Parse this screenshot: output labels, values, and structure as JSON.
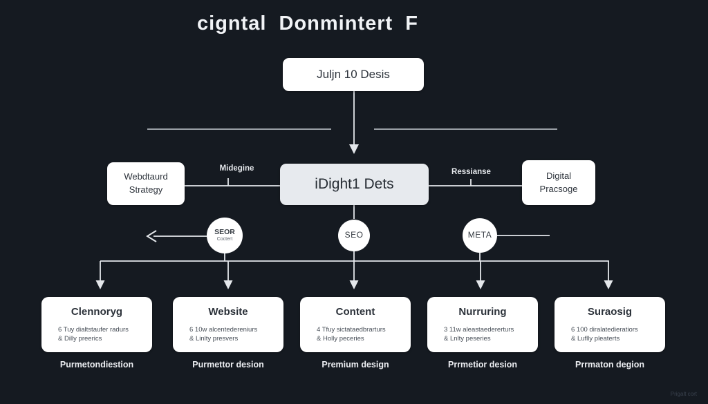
{
  "title": "cigntal Donmintert F",
  "nodes": {
    "top": {
      "label": "Juljn 10 Desis"
    },
    "left": {
      "line1": "Webdtaurd",
      "line2": "Strategy"
    },
    "center": {
      "label": "iDight1 Dets"
    },
    "right": {
      "line1": "Digital",
      "line2": "Pracsoge"
    }
  },
  "connector_labels": {
    "left": "Midegine",
    "right": "Ressianse"
  },
  "circles": [
    {
      "label": "SEOR",
      "sublabel": "Coctert"
    },
    {
      "label": "SEO",
      "sublabel": ""
    },
    {
      "label": "META",
      "sublabel": ""
    }
  ],
  "bottom_boxes": [
    {
      "title": "Clennoryg",
      "detail_line1": "6 Tuy dialtstaufer radurs",
      "detail_line2": "& Dilly preerics",
      "caption": "Purmetondiestion"
    },
    {
      "title": "Website",
      "detail_line1": "6 10w alcentedereniurs",
      "detail_line2": "& Linlty presvers",
      "caption": "Purmettor desion"
    },
    {
      "title": "Content",
      "detail_line1": "4 Tfuy sictataedbrarturs",
      "detail_line2": "& Holly peceries",
      "caption": "Premium design"
    },
    {
      "title": "Nurruring",
      "detail_line1": "3 11w aleastaedererturs",
      "detail_line2": "& Lnlty peseries",
      "caption": "Prrmetior desion"
    },
    {
      "title": "Suraosig",
      "detail_line1": "6 100 diralatedieratiors",
      "detail_line2": "& Luflly pleaterts",
      "caption": "Prrmaton degion"
    }
  ],
  "watermark": "Prigalt cort",
  "colors": {
    "background": "#151a21",
    "node_fill": "#ffffff",
    "center_node_fill": "#e7eaee",
    "line": "#e4e7eb",
    "faint_line": "#c7ccd3",
    "dark_text": "#2e343c",
    "light_text": "#f1f3f6"
  }
}
